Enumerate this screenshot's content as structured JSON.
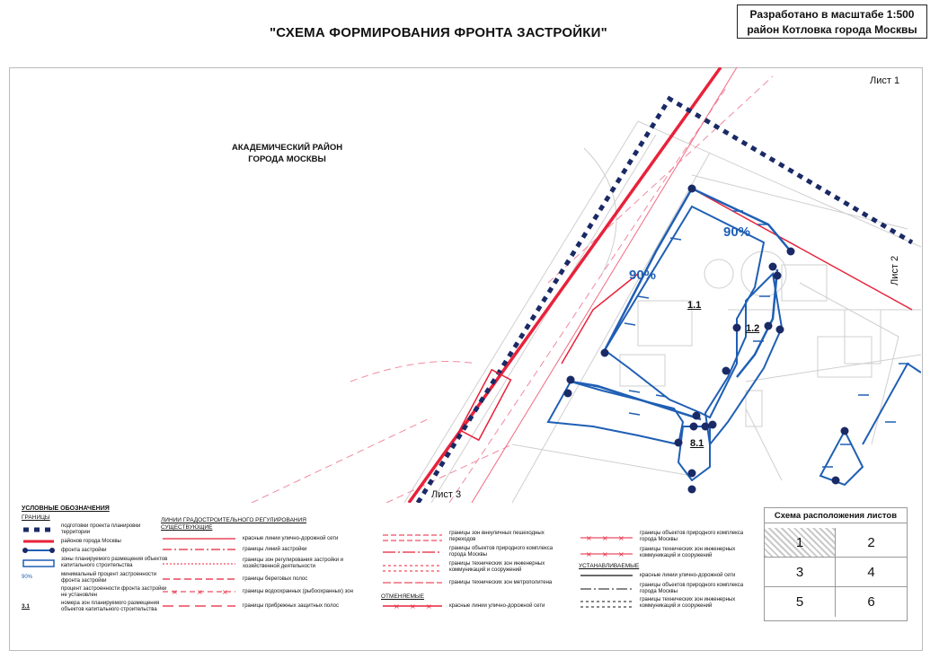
{
  "title": "\"СХЕМА ФОРМИРОВАНИЯ ФРОНТА ЗАСТРОЙКИ\"",
  "scale_box": {
    "line1": "Разработано в масштабе 1:500",
    "line2": "район Котловка города Москвы"
  },
  "sheet_label": "Лист 1",
  "map": {
    "district_name_line1": "АКАДЕМИЧЕСКИЙ РАЙОН",
    "district_name_line2": "ГОРОДА МОСКВЫ",
    "percent_top": "90%",
    "percent_left": "90%",
    "zones": [
      "1.1",
      "1.2",
      "8.1"
    ],
    "sheet_2": "Лист 2",
    "sheet_3": "Лист 3",
    "colors": {
      "boundary": "#e8223a",
      "zone": "#1f5fb4",
      "project": "#1a2a66"
    }
  },
  "legend": {
    "heading": "УСЛОВНЫЕ ОБОЗНАЧЕНИЯ",
    "boundaries_heading": "ГРАНИЦЫ",
    "left_items": [
      "подготовки проекта планировки территории",
      "районов города Москвы",
      "фронта застройки",
      "зоны планируемого размещения объектов капитального строительства",
      "минимальный процент застроенности фронта застройки",
      "процент застроенности фронта застройки не установлен",
      "номера зон планируемого размещения объектов капитального строительства"
    ],
    "left_symbols": [
      "90%",
      "3.1"
    ],
    "regulation_heading": "ЛИНИИ ГРАДОСТРОИТЕЛЬНОГО РЕГУЛИРОВАНИЯ",
    "existing_heading": "СУЩЕСТВУЮЩИЕ",
    "cancelled_heading": "ОТМЕНЯЕМЫЕ",
    "establishing_heading": "УСТАНАВЛИВАЕМЫЕ",
    "mid_items": [
      "красные линии улично-дорожной сети",
      "границы линий застройки",
      "границы зон регулирования застройки и хозяйственной деятельности",
      "границы береговых полос",
      "границы водоохранных (рыбоохранных) зон",
      "границы прибрежных защитных полос"
    ],
    "col3_items": [
      "границы зон внеуличных пешеходных переходов",
      "границы объектов природного комплекса города Москвы",
      "границы технических зон инженерных коммуникаций и сооружений",
      "границы технических зон метрополитена",
      "красные линии улично-дорожной сети"
    ],
    "col4_items": [
      "границы объектов природного комплекса города Москвы",
      "границы технических зон инженерных коммуникаций и сооружений",
      "красные линии улично-дорожной сети",
      "границы объектов природного комплекса города Москвы",
      "границы технических зон инженерных коммуникаций и сооружений"
    ]
  },
  "sheet_scheme": {
    "title": "Схема расположения листов",
    "cells": [
      "1",
      "2",
      "3",
      "4",
      "5",
      "6"
    ],
    "active": "1"
  }
}
